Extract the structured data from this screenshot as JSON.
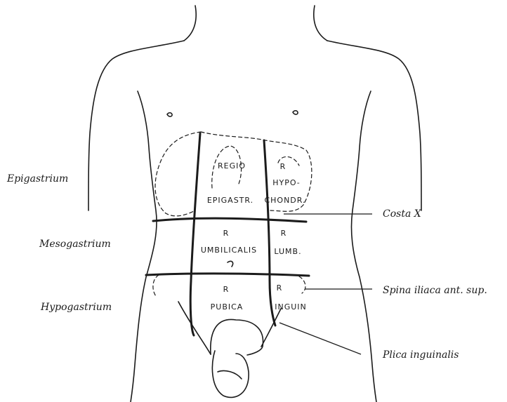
{
  "side_labels": {
    "epigastrium": "Epigastrium",
    "mesogastrium": "Mesogastrium",
    "hypogastrium": "Hypogastrium"
  },
  "pointer_labels": {
    "costa_x": "Costa X",
    "spina": "Spina iliaca ant. sup.",
    "plica": "Plica inguinalis"
  },
  "regions": {
    "epigastric_line1": "REGIO",
    "epigastric_line2": "EPIGASTR.",
    "hypochondr_line1": "R",
    "hypochondr_line2": "HYPO-",
    "hypochondr_line3": "CHONDR.",
    "umbilical_line1": "R",
    "umbilical_line2": "UMBILICALIS",
    "lumbar_line1": "R",
    "lumbar_line2": "LUMB.",
    "pubic_line1": "R",
    "pubic_line2": "PUBICA",
    "inguinal_line1": "R",
    "inguinal_line2": "INGUIN"
  }
}
